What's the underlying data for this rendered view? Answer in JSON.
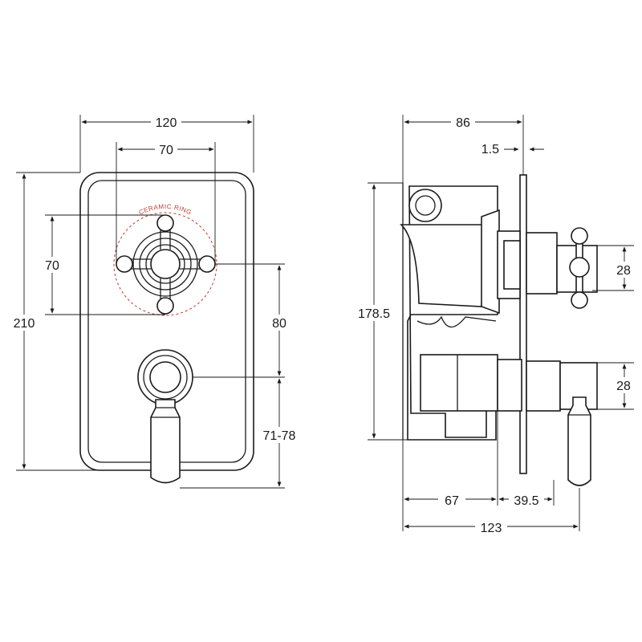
{
  "annotation": {
    "ceramic_ring": "CERAMIC RING"
  },
  "front_view": {
    "width_overall": "120",
    "handle_span": "70",
    "handle_height": "70",
    "height_overall": "210",
    "centres": "80",
    "lever_drop": "71-78"
  },
  "side_view": {
    "depth": "86",
    "plate_thickness": "1.5",
    "body_height": "178.5",
    "upper_spindle": "28",
    "lower_spindle": "28",
    "wall_to_plate": "67",
    "plate_to_handle": "39.5",
    "overall_projection": "123"
  },
  "colors": {
    "line": "#1a1a1a",
    "accent": "#c0392b",
    "background": "#ffffff"
  }
}
